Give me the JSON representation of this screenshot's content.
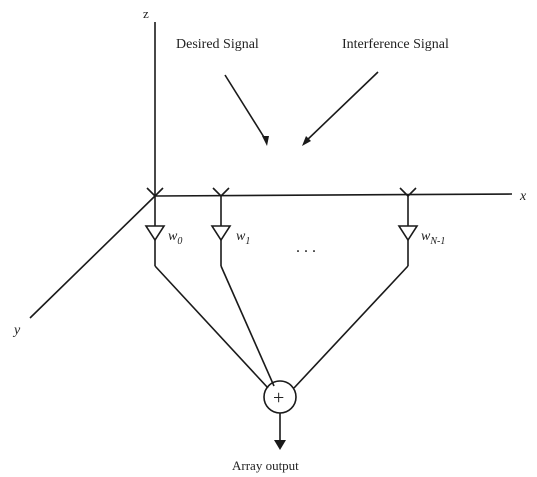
{
  "axes": {
    "x": "x",
    "y": "y",
    "z": "z"
  },
  "signals": {
    "desired": "Desired Signal",
    "interference": "Interference Signal"
  },
  "weights": {
    "w0": "w",
    "w0_sub": "0",
    "w1": "w",
    "w1_sub": "1",
    "wn": "w",
    "wn_sub": "N-1"
  },
  "ellipsis": ". . .",
  "summer_symbol": "+",
  "output_label": "Array output",
  "colors": {
    "ink": "#1a1a1a"
  }
}
